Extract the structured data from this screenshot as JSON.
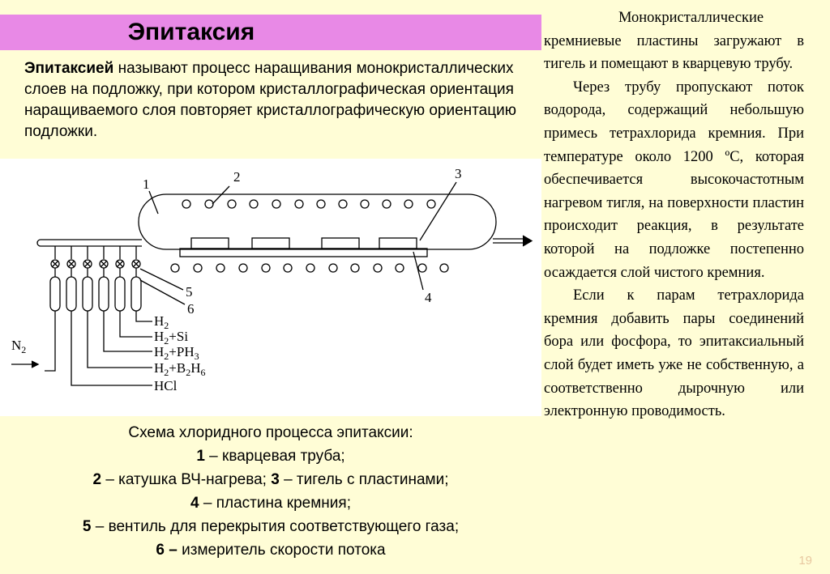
{
  "title": "Эпитаксия",
  "definition": {
    "term": "Эпитаксией",
    "text": " называют процесс наращивания монокристаллических слоев на подложку, при котором кристаллографическая ориентация наращиваемого слоя повторяет кристаллографическую ориентацию подложки."
  },
  "diagram": {
    "labels": {
      "l1": "1",
      "l2": "2",
      "l3": "3",
      "l4": "4",
      "l5": "5",
      "l6": "6",
      "n2": "N",
      "n2_sub": "2"
    },
    "gas_lines": [
      {
        "main": "H",
        "sub": "2",
        "rest": ""
      },
      {
        "main": "H",
        "sub": "2",
        "rest": "+Si"
      },
      {
        "main": "H",
        "sub": "2",
        "rest": "+PH",
        "sub2": "3"
      },
      {
        "main": "H",
        "sub": "2",
        "rest": "+B",
        "sub2": "2",
        "rest2": "H",
        "sub3": "6"
      },
      {
        "main": "HCl",
        "sub": "",
        "rest": ""
      }
    ]
  },
  "caption": {
    "title": "Схема хлоридного процесса эпитаксии:",
    "items": [
      {
        "n1": "1",
        "t1": " – кварцевая труба;"
      },
      {
        "n1": "2",
        "t1": " – катушка ВЧ-нагрева; ",
        "n2": "3",
        "t2": " – тигель с пластинами;"
      },
      {
        "n1": "4",
        "t1": " – пластина кремния;"
      },
      {
        "n1": "5",
        "t1": " – вентиль для перекрытия соответствующего газа;"
      },
      {
        "n1": "6 –",
        "t1": " измеритель скорости потока"
      }
    ]
  },
  "right_text": {
    "p1": "Монокристаллические кремниевые пластины загружают в тигель и помещают в кварцевую трубу.",
    "p2": "Через трубу пропускают поток водорода, содержащий небольшую примесь тетрахлорида кремния. При температуре около 1200 ºС, которая обеспечивается высокочастотным нагревом тигля, на поверхности пластин происходит реакция, в результате которой на подложке постепенно осаждается слой чистого кремния.",
    "p3": "Если к парам тетрахлорида кремния добавить пары соединений бора или фосфора, то эпитаксиальный слой будет иметь уже не собственную, а соответственно дырочную или электронную проводимость."
  },
  "page_number": "19",
  "colors": {
    "background": "#fffdd6",
    "title_bar": "#e889e6",
    "page_number": "#e8c7a0"
  }
}
